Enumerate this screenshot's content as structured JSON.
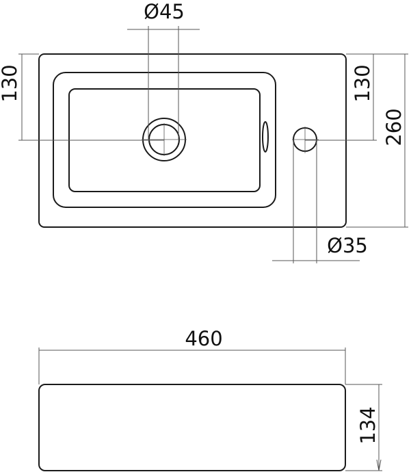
{
  "drawing": {
    "subject": "wash basin technical drawing",
    "colors": {
      "outline": "#1a1a1a",
      "dimension": "#555555",
      "background": "#ffffff"
    },
    "top_view": {
      "dimensions": {
        "drain_diameter": "Ø45",
        "tap_hole_diameter": "Ø35",
        "left_drain_offset": "130",
        "right_tap_offset": "130",
        "total_depth": "260"
      }
    },
    "side_view": {
      "dimensions": {
        "total_width": "460",
        "height": "134"
      }
    }
  }
}
